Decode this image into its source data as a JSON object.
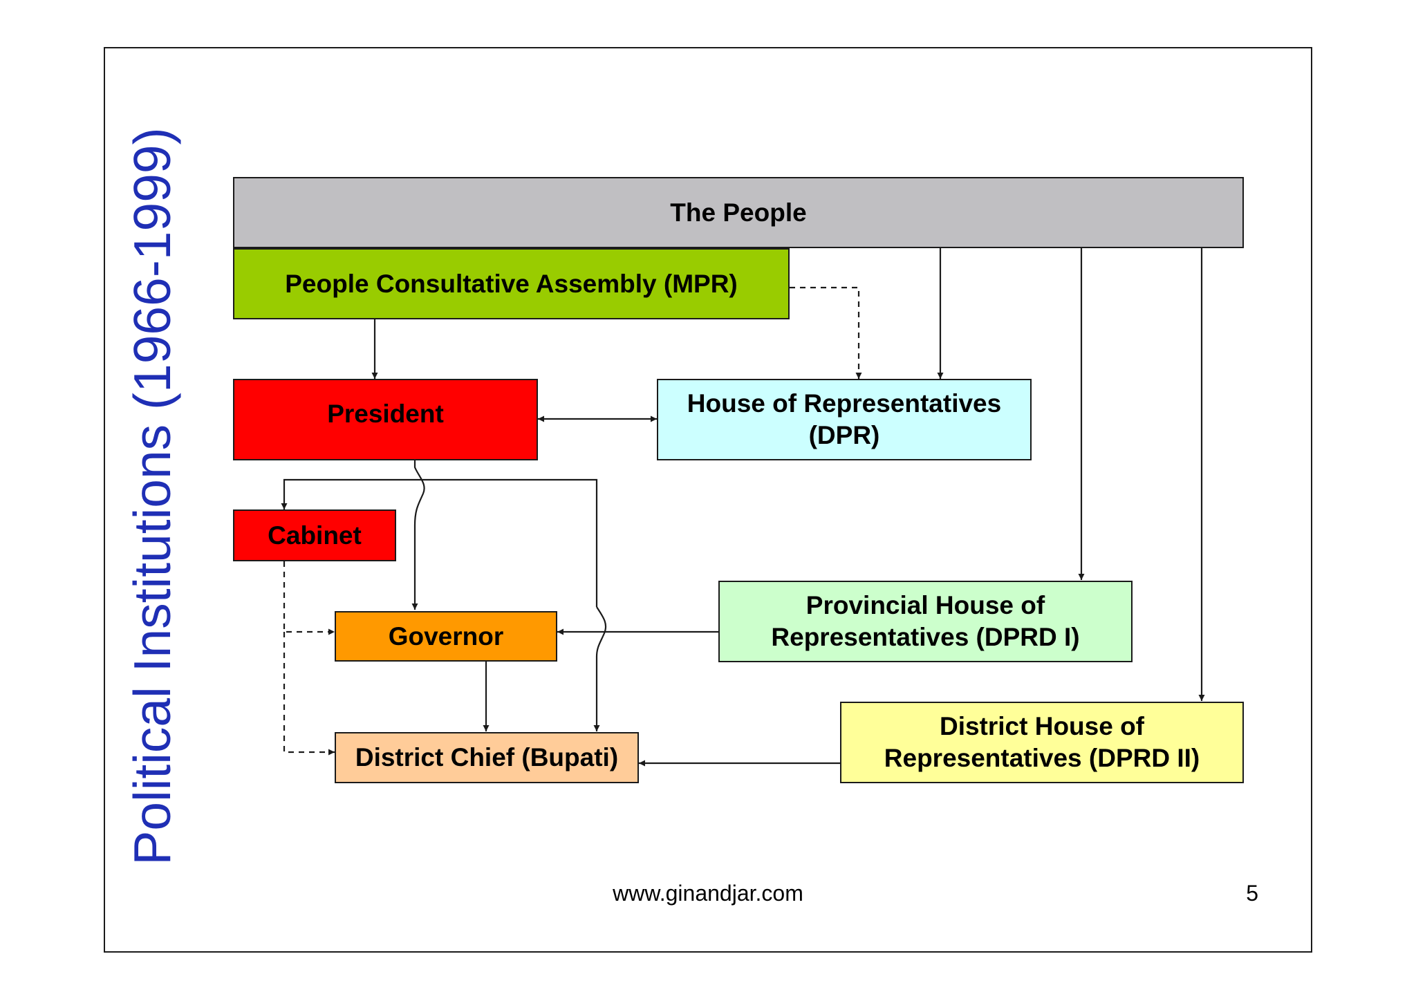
{
  "slide": {
    "title": "Political Institutions (1966-1999)",
    "footer_url": "www.ginandjar.com",
    "page_number": "5"
  },
  "nodes": {
    "people": {
      "label": "The People",
      "color": "#c0bfc2"
    },
    "mpr": {
      "label": "People Consultative Assembly (MPR)",
      "color": "#99cc00"
    },
    "president": {
      "label": "President",
      "color": "#ff0000"
    },
    "dpr": {
      "line1": "House of Representatives",
      "line2": "(DPR)",
      "color": "#ccffff"
    },
    "cabinet": {
      "label": "Cabinet",
      "color": "#ff0000"
    },
    "governor": {
      "label": "Governor",
      "color": "#ff9900"
    },
    "dprd1": {
      "line1": "Provincial House of",
      "line2": "Representatives (DPRD I)",
      "color": "#ccffcc"
    },
    "bupati": {
      "label": "District Chief (Bupati)",
      "color": "#ffcc99"
    },
    "dprd2": {
      "line1": "District House of",
      "line2": "Representatives (DPRD II)",
      "color": "#ffff99"
    }
  },
  "colors": {
    "title": "#1f2fb5",
    "line": "#1a1a1a"
  }
}
